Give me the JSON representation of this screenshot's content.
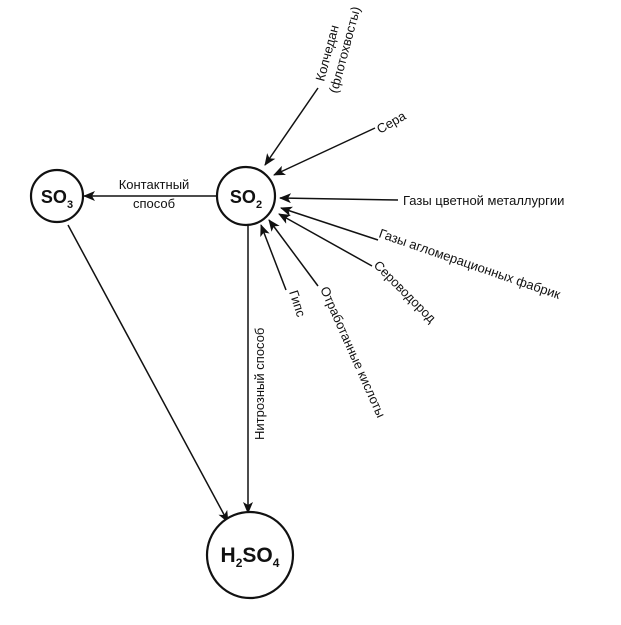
{
  "nodes": {
    "so3": {
      "main": "SO",
      "sub": "3"
    },
    "so2": {
      "main": "SO",
      "sub": "2"
    },
    "h2so4": {
      "part1": "H",
      "sub1": "2",
      "part2": "SO",
      "sub2": "4"
    }
  },
  "edges": {
    "contact": {
      "line1": "Контактный",
      "line2": "способ"
    },
    "nitrous": {
      "label": "Нитрозный способ"
    }
  },
  "sources": {
    "pyrite": {
      "line1": "Колчедан",
      "line2": "(флотохвосты)"
    },
    "sulfur": "Сера",
    "nonferrous_gases": "Газы цветной металлургии",
    "sintering_gases": "Газы агломерационных фабрик",
    "hydrogen_sulfide": "Сероводород",
    "spent_acids": "Отработанные кислоты",
    "gypsum": "Гипс"
  }
}
